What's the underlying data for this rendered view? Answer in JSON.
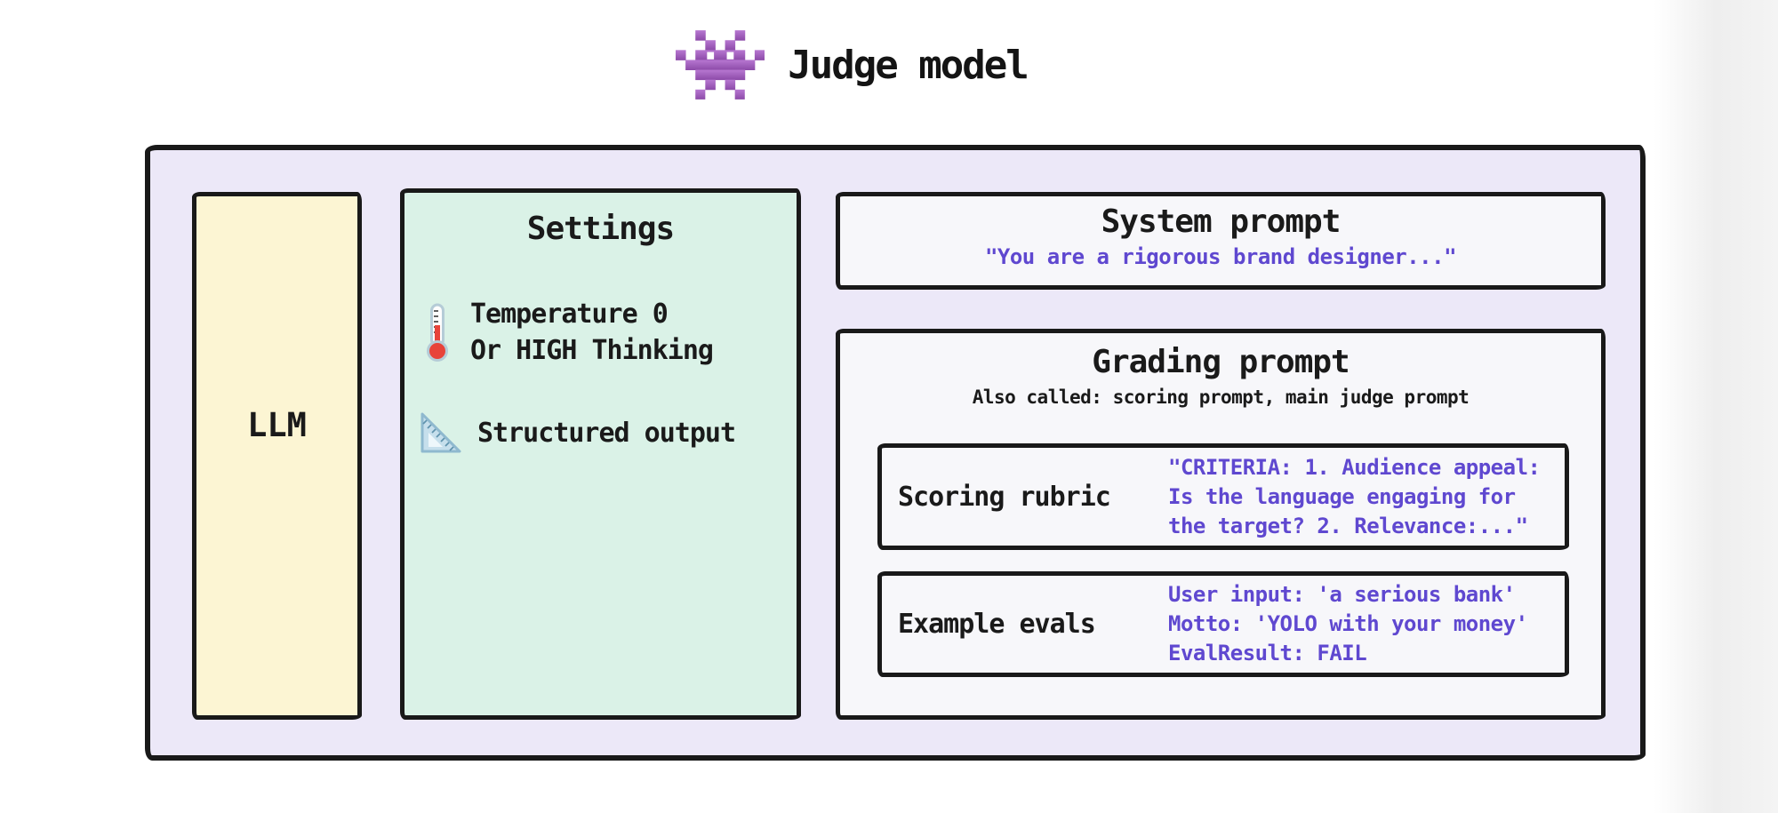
{
  "header": {
    "icon": "space-invader-icon",
    "title": "Judge model"
  },
  "llm": {
    "label": "LLM"
  },
  "settings": {
    "title": "Settings",
    "items": [
      {
        "icon": "thermometer-icon",
        "lines": [
          "Temperature 0",
          "Or HIGH Thinking"
        ]
      },
      {
        "icon": "triangular-ruler-icon",
        "lines": [
          "Structured output"
        ]
      }
    ]
  },
  "system_prompt": {
    "title": "System prompt",
    "snippet": "\"You are a rigorous brand designer...\""
  },
  "grading_prompt": {
    "title": "Grading prompt",
    "subtitle": "Also called: scoring prompt, main judge prompt",
    "scoring_rubric": {
      "label": "Scoring rubric",
      "lines": [
        "\"CRITERIA: 1. Audience appeal:",
        "Is the language engaging for",
        "the target? 2. Relevance:...\""
      ]
    },
    "example_evals": {
      "label": "Example evals",
      "lines": [
        "User input: 'a serious bank'",
        "Motto: 'YOLO with your money'",
        "EvalResult: FAIL"
      ]
    }
  },
  "colors": {
    "accent_purple_text": "#5f48d0",
    "invader_purple": "#9d58b8",
    "container_lavender": "#ece8f8",
    "llm_yellow": "#fcf5d3",
    "settings_mint": "#daf2e7",
    "card_white": "#f7f7fa",
    "ink": "#191919"
  }
}
